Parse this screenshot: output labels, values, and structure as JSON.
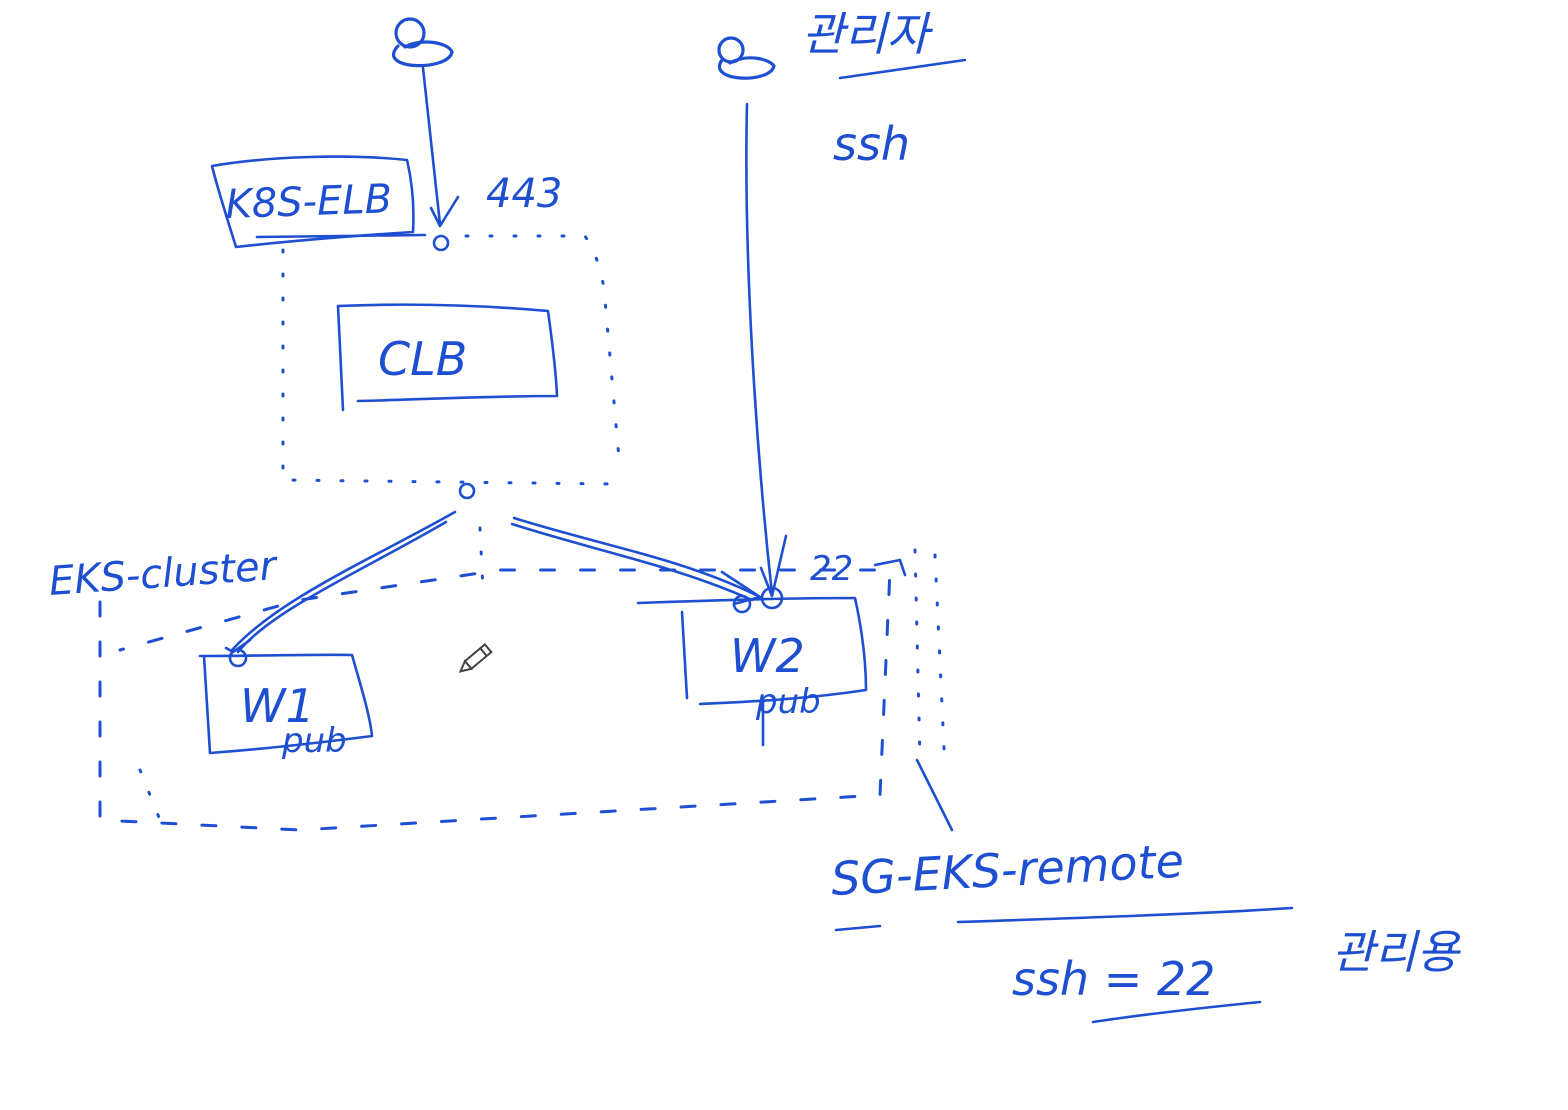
{
  "colors": {
    "ink": "#1f4fd1",
    "background": "#ffffff",
    "pencil_icon": "#444444"
  },
  "labels": {
    "k8s_elb": "K8S-ELB",
    "port_443": "443",
    "clb": "CLB",
    "eks_cluster": "EKS-cluster",
    "w1": "W1",
    "w2": "W2",
    "pub_w1": "pub",
    "pub_w2": "pub",
    "port_22": "22",
    "admin_top": "관리자",
    "ssh_top": "ssh",
    "sg_name": "SG-EKS-remote",
    "ssh_rule": "ssh = 22",
    "allow_note": "관리용"
  },
  "icons": {
    "user_left": "user-icon",
    "user_right": "admin-user-icon",
    "cursor": "pencil-icon"
  }
}
